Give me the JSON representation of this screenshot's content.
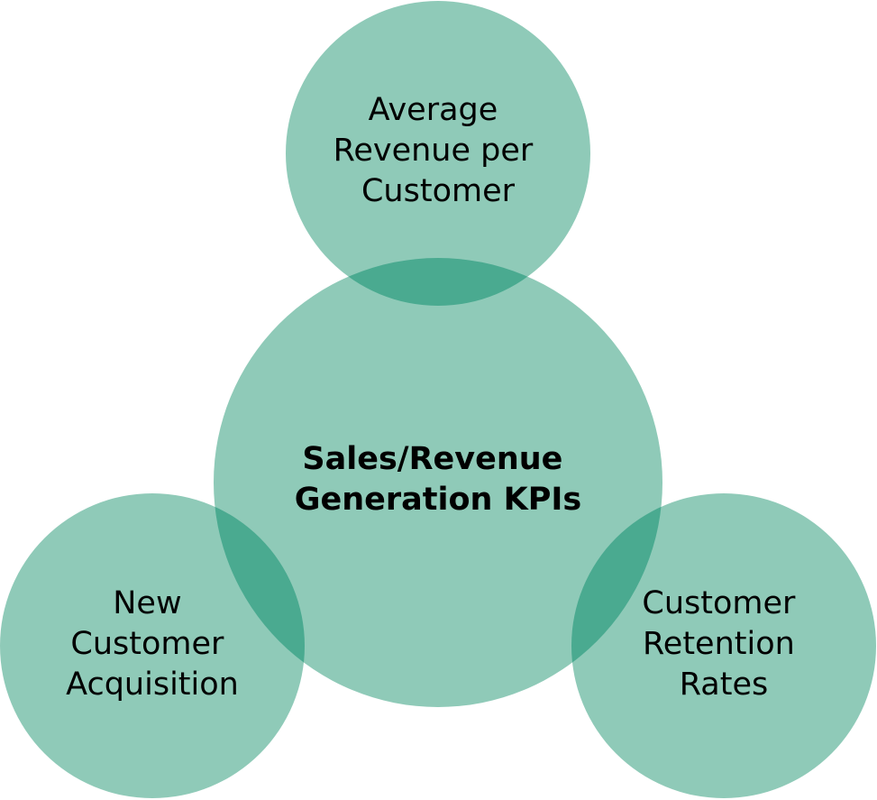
{
  "diagram": {
    "center": {
      "lines": [
        "Sales/Revenue",
        "Generation KPIs"
      ]
    },
    "top": {
      "lines": [
        "Average",
        "Revenue per",
        "Customer"
      ]
    },
    "left": {
      "lines": [
        "New",
        "Customer",
        "Acquisition"
      ]
    },
    "right": {
      "lines": [
        "Customer",
        "Retention",
        "Rates"
      ]
    }
  },
  "colors": {
    "circle_fill": "#8fcab8",
    "overlap_fill": "#4aaa90",
    "text": "#000000"
  }
}
